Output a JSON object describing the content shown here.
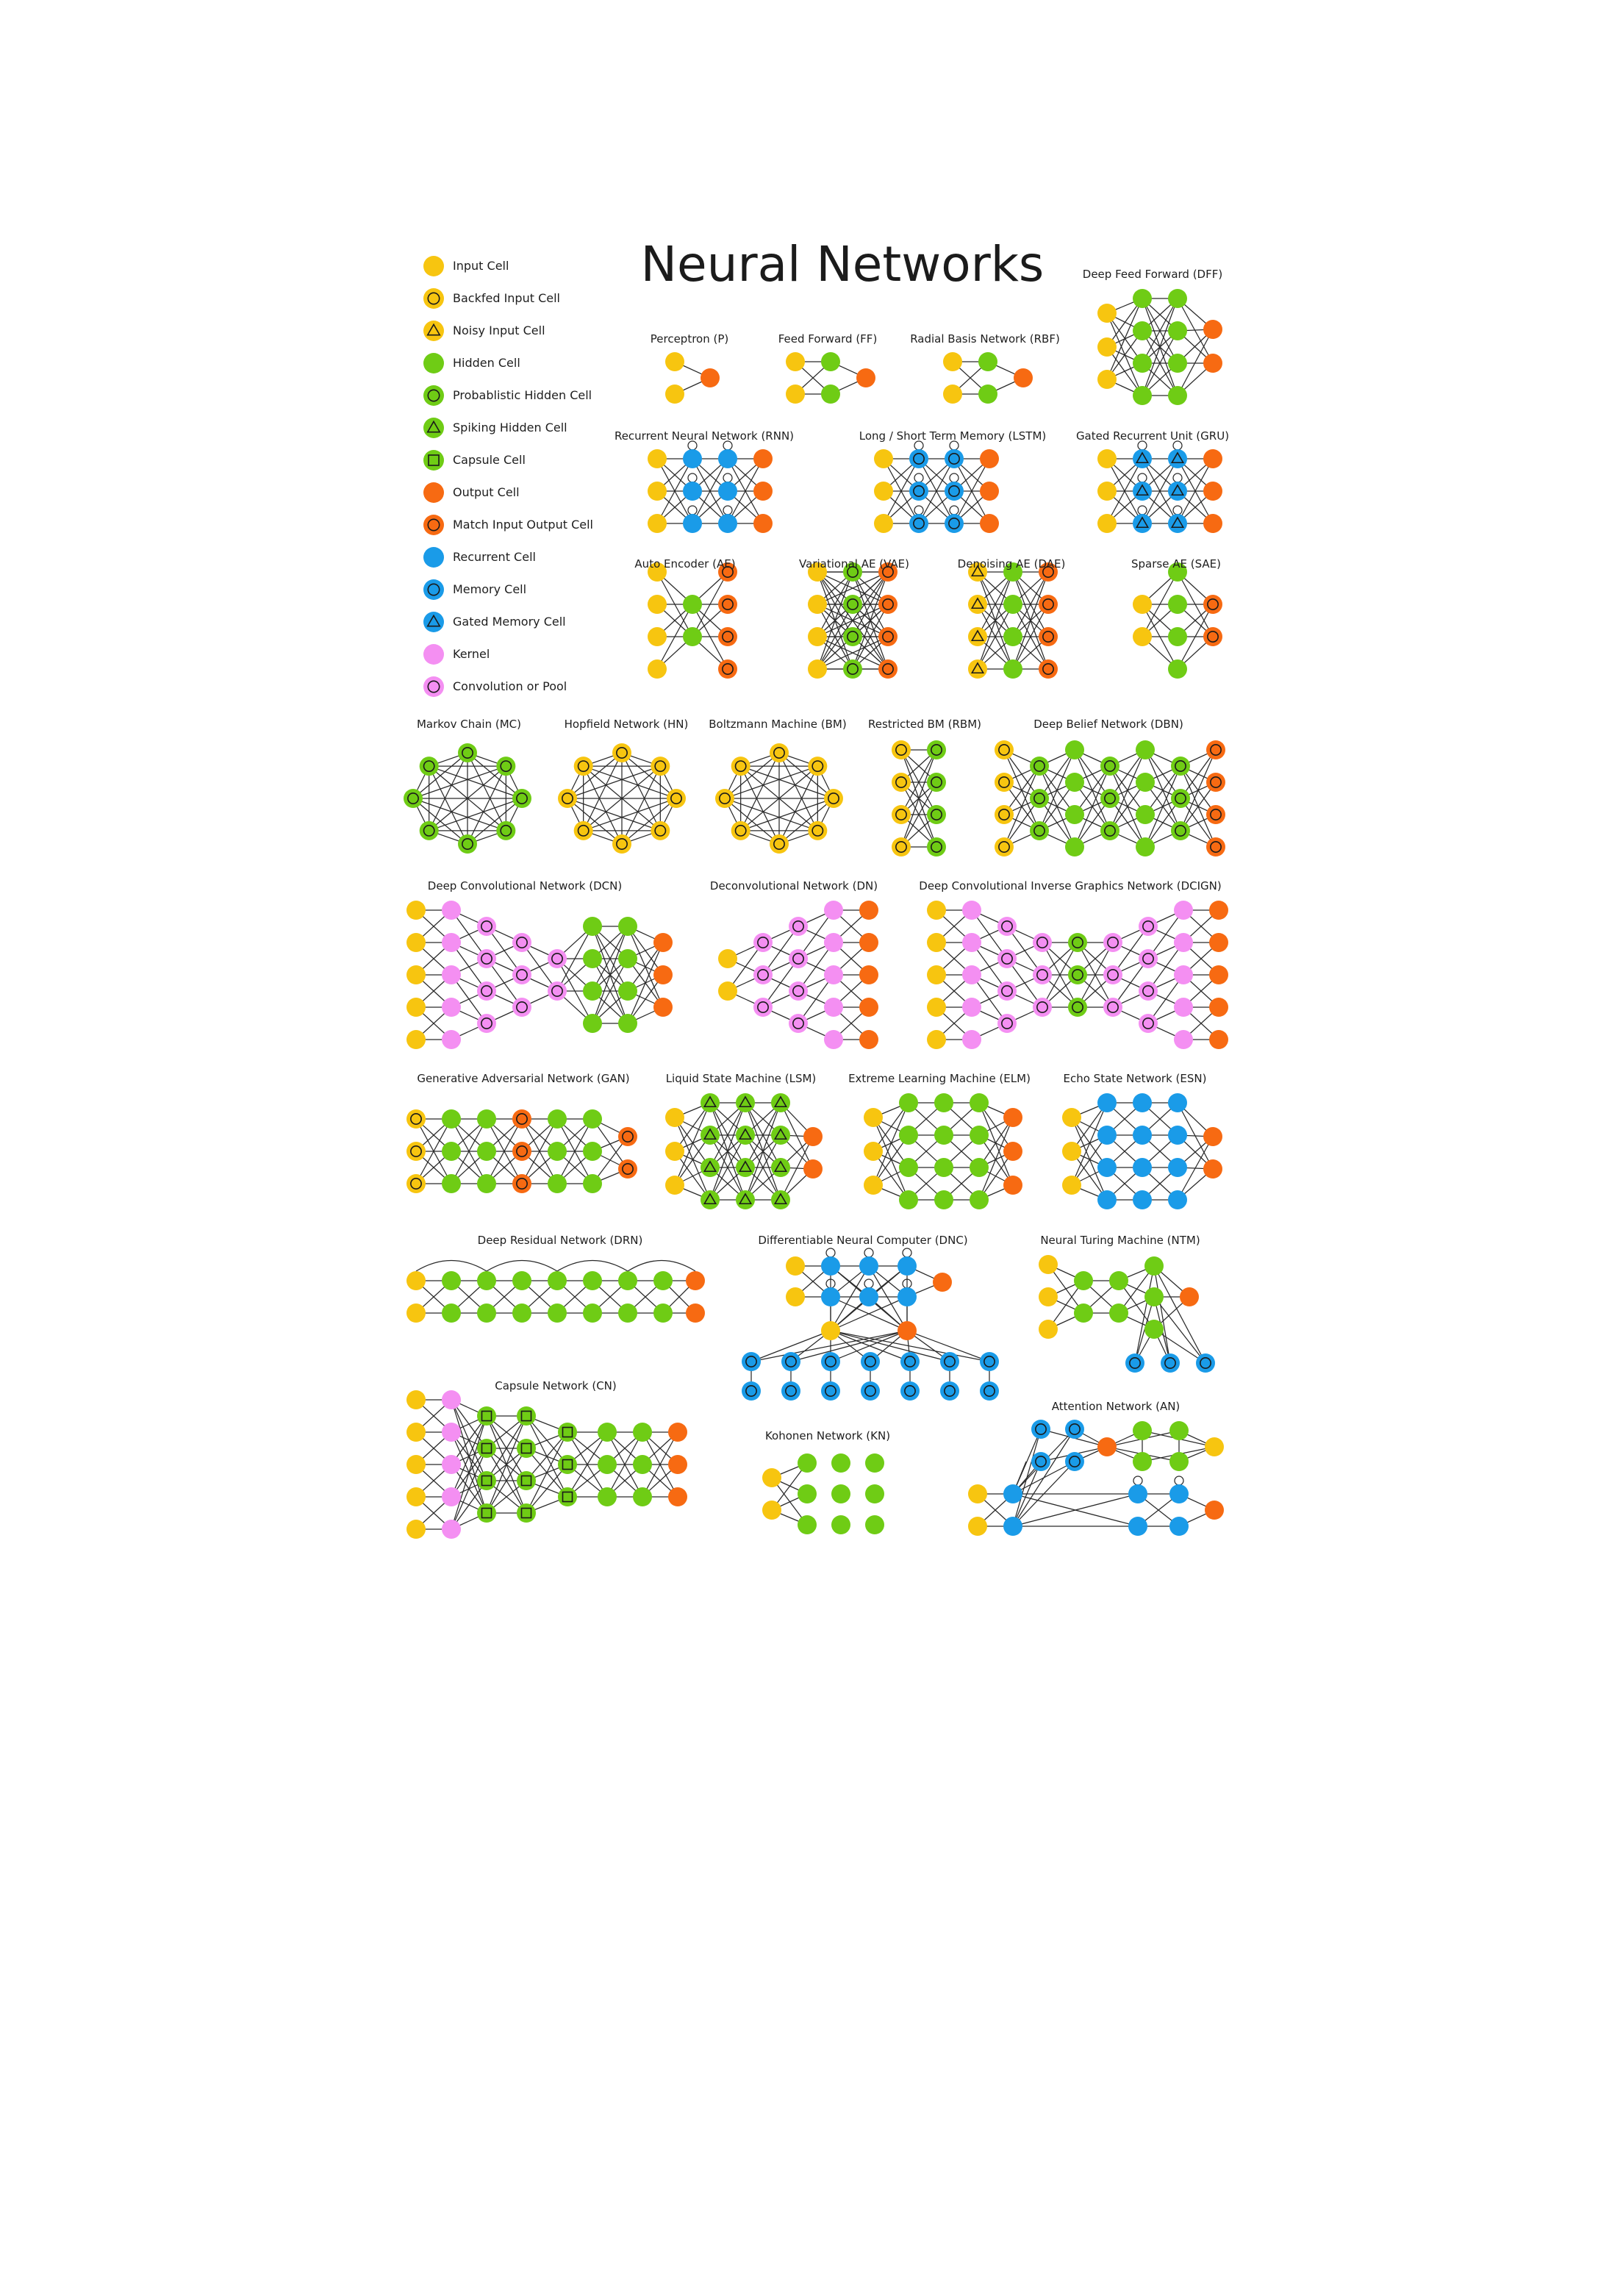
{
  "title": "Neural Networks",
  "colors": {
    "yellow": "#f7c510",
    "green": "#6fcc15",
    "orange": "#f76a12",
    "blue": "#1a9be8",
    "pink": "#f48ff2",
    "edge": "#2a2a2a",
    "glyph": "#1a1a1a"
  },
  "legend": [
    {
      "label": "Input Cell",
      "color": "yellow",
      "mark": "none"
    },
    {
      "label": "Backfed Input Cell",
      "color": "yellow",
      "mark": "ring"
    },
    {
      "label": "Noisy Input Cell",
      "color": "yellow",
      "mark": "tri"
    },
    {
      "label": "Hidden Cell",
      "color": "green",
      "mark": "none"
    },
    {
      "label": "Probablistic Hidden Cell",
      "color": "green",
      "mark": "ring"
    },
    {
      "label": "Spiking Hidden Cell",
      "color": "green",
      "mark": "tri"
    },
    {
      "label": "Capsule Cell",
      "color": "green",
      "mark": "square"
    },
    {
      "label": "Output Cell",
      "color": "orange",
      "mark": "none"
    },
    {
      "label": "Match Input Output Cell",
      "color": "orange",
      "mark": "ring"
    },
    {
      "label": "Recurrent Cell",
      "color": "blue",
      "mark": "none"
    },
    {
      "label": "Memory Cell",
      "color": "blue",
      "mark": "ring"
    },
    {
      "label": "Gated Memory Cell",
      "color": "blue",
      "mark": "tri"
    },
    {
      "label": "Kernel",
      "color": "pink",
      "mark": "none"
    },
    {
      "label": "Convolution or Pool",
      "color": "pink",
      "mark": "ring"
    }
  ],
  "networks": [
    {
      "id": "p",
      "name": "Perceptron (P)"
    },
    {
      "id": "ff",
      "name": "Feed Forward (FF)"
    },
    {
      "id": "rbf",
      "name": "Radial Basis Network (RBF)"
    },
    {
      "id": "dff",
      "name": "Deep Feed Forward (DFF)"
    },
    {
      "id": "rnn",
      "name": "Recurrent Neural Network (RNN)"
    },
    {
      "id": "lstm",
      "name": "Long / Short Term Memory (LSTM)"
    },
    {
      "id": "gru",
      "name": "Gated Recurrent Unit (GRU)"
    },
    {
      "id": "ae",
      "name": "Auto Encoder (AE)"
    },
    {
      "id": "vae",
      "name": "Variational AE (VAE)"
    },
    {
      "id": "dae",
      "name": "Denoising AE (DAE)"
    },
    {
      "id": "sae",
      "name": "Sparse AE (SAE)"
    },
    {
      "id": "mc",
      "name": "Markov Chain (MC)"
    },
    {
      "id": "hn",
      "name": "Hopfield Network (HN)"
    },
    {
      "id": "bm",
      "name": "Boltzmann Machine (BM)"
    },
    {
      "id": "rbm",
      "name": "Restricted BM (RBM)"
    },
    {
      "id": "dbn",
      "name": "Deep Belief Network (DBN)"
    },
    {
      "id": "dcn",
      "name": "Deep Convolutional Network (DCN)"
    },
    {
      "id": "dn",
      "name": "Deconvolutional Network (DN)"
    },
    {
      "id": "dcign",
      "name": "Deep Convolutional Inverse Graphics Network (DCIGN)"
    },
    {
      "id": "gan",
      "name": "Generative Adversarial Network (GAN)"
    },
    {
      "id": "lsm",
      "name": "Liquid State Machine (LSM)"
    },
    {
      "id": "elm",
      "name": "Extreme Learning Machine (ELM)"
    },
    {
      "id": "esn",
      "name": "Echo State Network (ESN)"
    },
    {
      "id": "drn",
      "name": "Deep Residual Network (DRN)"
    },
    {
      "id": "dnc",
      "name": "Differentiable Neural Computer (DNC)"
    },
    {
      "id": "ntm",
      "name": "Neural Turing Machine (NTM)"
    },
    {
      "id": "cn",
      "name": "Capsule Network (CN)"
    },
    {
      "id": "kn",
      "name": "Kohonen Network (KN)"
    },
    {
      "id": "an",
      "name": "Attention Network (AN)"
    }
  ]
}
